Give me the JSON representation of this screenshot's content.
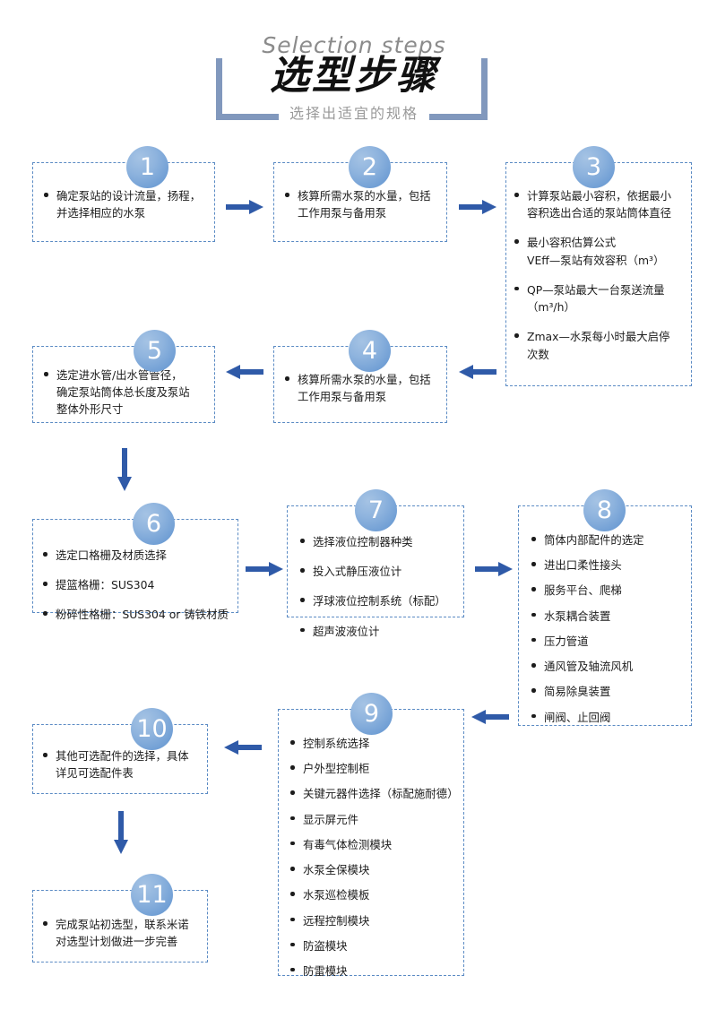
{
  "header": {
    "eyebrow": "Selection steps",
    "title": "选型步骤",
    "subtitle": "选择出适宜的规格"
  },
  "colors": {
    "accent_blue": "#5b8bc4",
    "arrow_blue": "#2f5aa8",
    "bracket_blue": "#8198bd",
    "badge_blue": "#6d9cd3",
    "eyebrow_gray": "#8b8b8b",
    "subtitle_gray": "#9a9a9a",
    "text_black": "#1c1c1c"
  },
  "steps": [
    {
      "number": "1",
      "items": [
        "确定泵站的设计流量，扬程，\n并选择相应的水泵"
      ]
    },
    {
      "number": "2",
      "items": [
        "核算所需水泵的水量，包括\n工作用泵与备用泵"
      ]
    },
    {
      "number": "3",
      "items": [
        "计算泵站最小容积，依据最小\n容积选出合适的泵站筒体直径",
        "最小容积估算公式\nVEff—泵站有效容积（m³）",
        "QP—泵站最大一台泵送流量\n（m³/h）",
        "Zmax—水泵每小时最大启停\n次数"
      ]
    },
    {
      "number": "4",
      "items": [
        "核算所需水泵的水量，包括\n工作用泵与备用泵"
      ]
    },
    {
      "number": "5",
      "items": [
        "选定进水管/出水管管径，\n确定泵站筒体总长度及泵站\n整体外形尺寸"
      ]
    },
    {
      "number": "6",
      "items": [
        "选定口格栅及材质选择",
        "提篮格栅：SUS304",
        "粉碎性格栅：SUS304 or 铸铁材质"
      ]
    },
    {
      "number": "7",
      "items": [
        "选择液位控制器种类",
        "投入式静压液位计",
        "浮球液位控制系统（标配）",
        "超声波液位计"
      ]
    },
    {
      "number": "8",
      "items": [
        "筒体内部配件的选定",
        "进出口柔性接头",
        "服务平台、爬梯",
        "水泵耦合装置",
        "压力管道",
        "通风管及轴流风机",
        "简易除臭装置",
        "闸阀、止回阀"
      ]
    },
    {
      "number": "9",
      "items": [
        "控制系统选择",
        "户外型控制柜",
        "关键元器件选择（标配施耐德）",
        "显示屏元件",
        "有毒气体检测模块",
        "水泵全保模块",
        "水泵巡检模板",
        "远程控制模块",
        "防盗模块",
        "防雷模块"
      ]
    },
    {
      "number": "10",
      "items": [
        "其他可选配件的选择，具体\n详见可选配件表"
      ]
    },
    {
      "number": "11",
      "items": [
        "完成泵站初选型，联系米诺\n对选型计划做进一步完善"
      ]
    }
  ],
  "arrows": [
    {
      "name": "arrow-step1-to-step2",
      "direction": "right"
    },
    {
      "name": "arrow-step2-to-step3",
      "direction": "right"
    },
    {
      "name": "arrow-step3-to-step4",
      "direction": "left"
    },
    {
      "name": "arrow-step4-to-step5",
      "direction": "left"
    },
    {
      "name": "arrow-step5-to-step6",
      "direction": "down"
    },
    {
      "name": "arrow-step6-to-step7",
      "direction": "right"
    },
    {
      "name": "arrow-step7-to-step8",
      "direction": "right"
    },
    {
      "name": "arrow-step8-to-step9",
      "direction": "left"
    },
    {
      "name": "arrow-step9-to-step10",
      "direction": "left"
    },
    {
      "name": "arrow-step10-to-step11",
      "direction": "down"
    }
  ]
}
